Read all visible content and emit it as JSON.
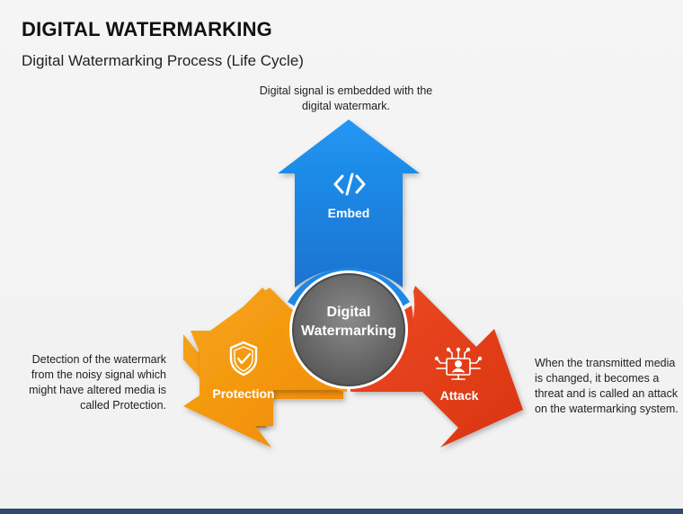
{
  "title": "DIGITAL WATERMARKING",
  "subtitle": "Digital Watermarking Process (Life Cycle)",
  "center_label": [
    "Digital",
    "Watermarking"
  ],
  "stages": {
    "embed": {
      "label": "Embed",
      "icon": "code-icon",
      "color": "#1e88e5",
      "description": "Digital signal is embedded with the digital watermark."
    },
    "protection": {
      "label": "Protection",
      "icon": "shield-check-icon",
      "color": "#f59b0c",
      "description": "Detection of the watermark from the noisy signal which might have altered media is called Protection."
    },
    "attack": {
      "label": "Attack",
      "icon": "hacker-monitor-icon",
      "color": "#e8401c",
      "description": "When the transmitted media is changed, it becomes a threat and is called an attack on the watermarking system."
    }
  }
}
